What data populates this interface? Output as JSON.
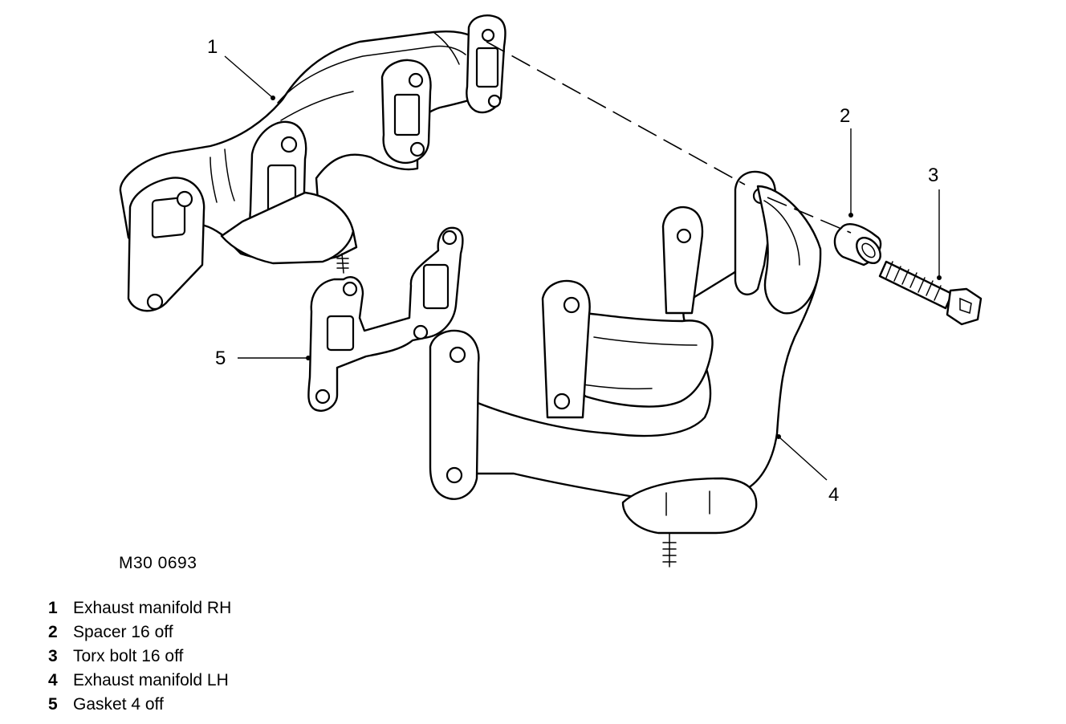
{
  "figure_ref": "M30 0693",
  "callouts": [
    "1",
    "2",
    "3",
    "4",
    "5"
  ],
  "legend": [
    {
      "num": "1",
      "text": "Exhaust manifold RH"
    },
    {
      "num": "2",
      "text": "Spacer 16 off"
    },
    {
      "num": "3",
      "text": "Torx bolt 16 off"
    },
    {
      "num": "4",
      "text": "Exhaust manifold LH"
    },
    {
      "num": "5",
      "text": "Gasket 4 off"
    }
  ]
}
